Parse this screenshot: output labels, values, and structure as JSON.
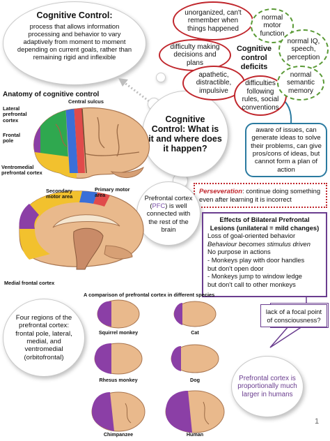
{
  "definition": {
    "title": "Cognitive Control:",
    "text": "process that allows information processing and behavior to vary adaptively from moment to moment depending on current goals, rather than remaining rigid and inflexible"
  },
  "central_question": "Cognitive Control: What is it and where does it happen?",
  "deficits": {
    "title": "Cognitive control deficits",
    "items": [
      "unorganized, can't remember when things happened",
      "difficulty making decisions and plans",
      "apathetic, distractible, impulsive",
      "difficulties following rules, social conventions"
    ]
  },
  "spared": {
    "items": [
      "normal motor function",
      "normal IQ, speech, perception",
      "normal semantic memory"
    ]
  },
  "awareness_box": "aware of issues, can generate ideas to solve their problems, can give pros/cons of ideas, but cannot form a plan of action",
  "perseveration": {
    "term": "Perseveration",
    "text": ": continue doing something even after learning it is incorrect"
  },
  "lesions": {
    "title_line1": "Effects of Bilateral Prefrontal",
    "title_line2": "Lesions (unilateral = mild changes)",
    "lines": [
      "Loss of goal-oriented behavior",
      "Behaviour becomes stimulus driven",
      "No purpose in actions",
      "- Monkeys play with door handles",
      "but don't open door",
      "- Monkeys jump to window ledge",
      "but don't call to other monkeys"
    ]
  },
  "consciousness": "lack of a focal point of consciousness?",
  "pfc_bubble": {
    "part1": "Prefrontal cortex (",
    "abbrev": "PFC",
    "part2": ") is well connected with the rest of the brain"
  },
  "anatomy": {
    "title": "Anatomy of cognitive control",
    "labels": {
      "central_sulcus": "Central sulcus",
      "lateral_pfc": "Lateral prefrontal cortex",
      "frontal_pole": "Frontal pole",
      "ventromedial": "Ventromedial prefrontal cortex",
      "secondary_motor": "Secondary motor area",
      "primary_motor": "Primary motor area",
      "medial_frontal": "Medial frontal cortex"
    },
    "colors": {
      "lateral": "#2fa84f",
      "frontal_pole": "#8b3fa6",
      "ventromedial": "#f2c12e",
      "secondary_motor": "#3a6fd8",
      "primary_motor": "#e04b4b",
      "brain": "#e9b98c"
    }
  },
  "four_regions": "Four regions of the prefrontal cortex: frontal pole, lateral, medial, and ventromedial (orbitofrontal)",
  "comparison": {
    "title": "A comparison of prefrontal cortex in different species",
    "species": [
      "Squirrel monkey",
      "Cat",
      "Rhesus monkey",
      "Dog",
      "Chimpanzee",
      "Human"
    ]
  },
  "proportion_note": "Prefrontal cortex is proportionally much larger in humans",
  "page_number": "1"
}
